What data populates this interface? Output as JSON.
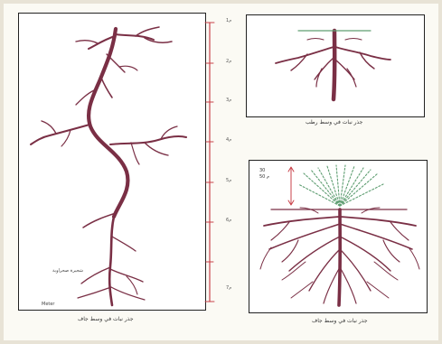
{
  "captions": {
    "left": "جذر نبات في وسط جاف",
    "top_right": "جذر نبات في وسط رطب",
    "bottom_right": "جذر نبات في وسط جاف"
  },
  "labels": {
    "desert_plant": "شجيرة صحراوية",
    "meter": "Meter"
  },
  "depth_note": {
    "line1": "30",
    "line2": "50 م"
  },
  "scale": {
    "ticks": [
      "1م",
      "2م",
      "3م",
      "4م",
      "5م",
      "6م",
      "7م"
    ]
  },
  "colors": {
    "root": "#7a2f45",
    "scale": "#c9424a",
    "grass": "#5f9e72"
  }
}
